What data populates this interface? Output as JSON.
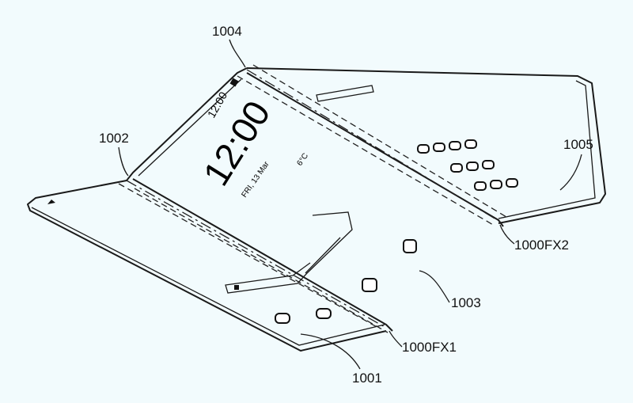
{
  "labels": {
    "hinge_top": "1004",
    "hinge_left": "1002",
    "right_panel": "1005",
    "fold_2": "1000FX2",
    "middle_panel": "1003",
    "fold_1": "1000FX1",
    "left_panel": "1001"
  },
  "screen": {
    "status_time": "12:00",
    "clock": "12:00",
    "date": "FRI, 13 Mar",
    "temperature": "6°C"
  },
  "colors": {
    "background": "#f2fbfd",
    "line": "#1a1a1a"
  }
}
